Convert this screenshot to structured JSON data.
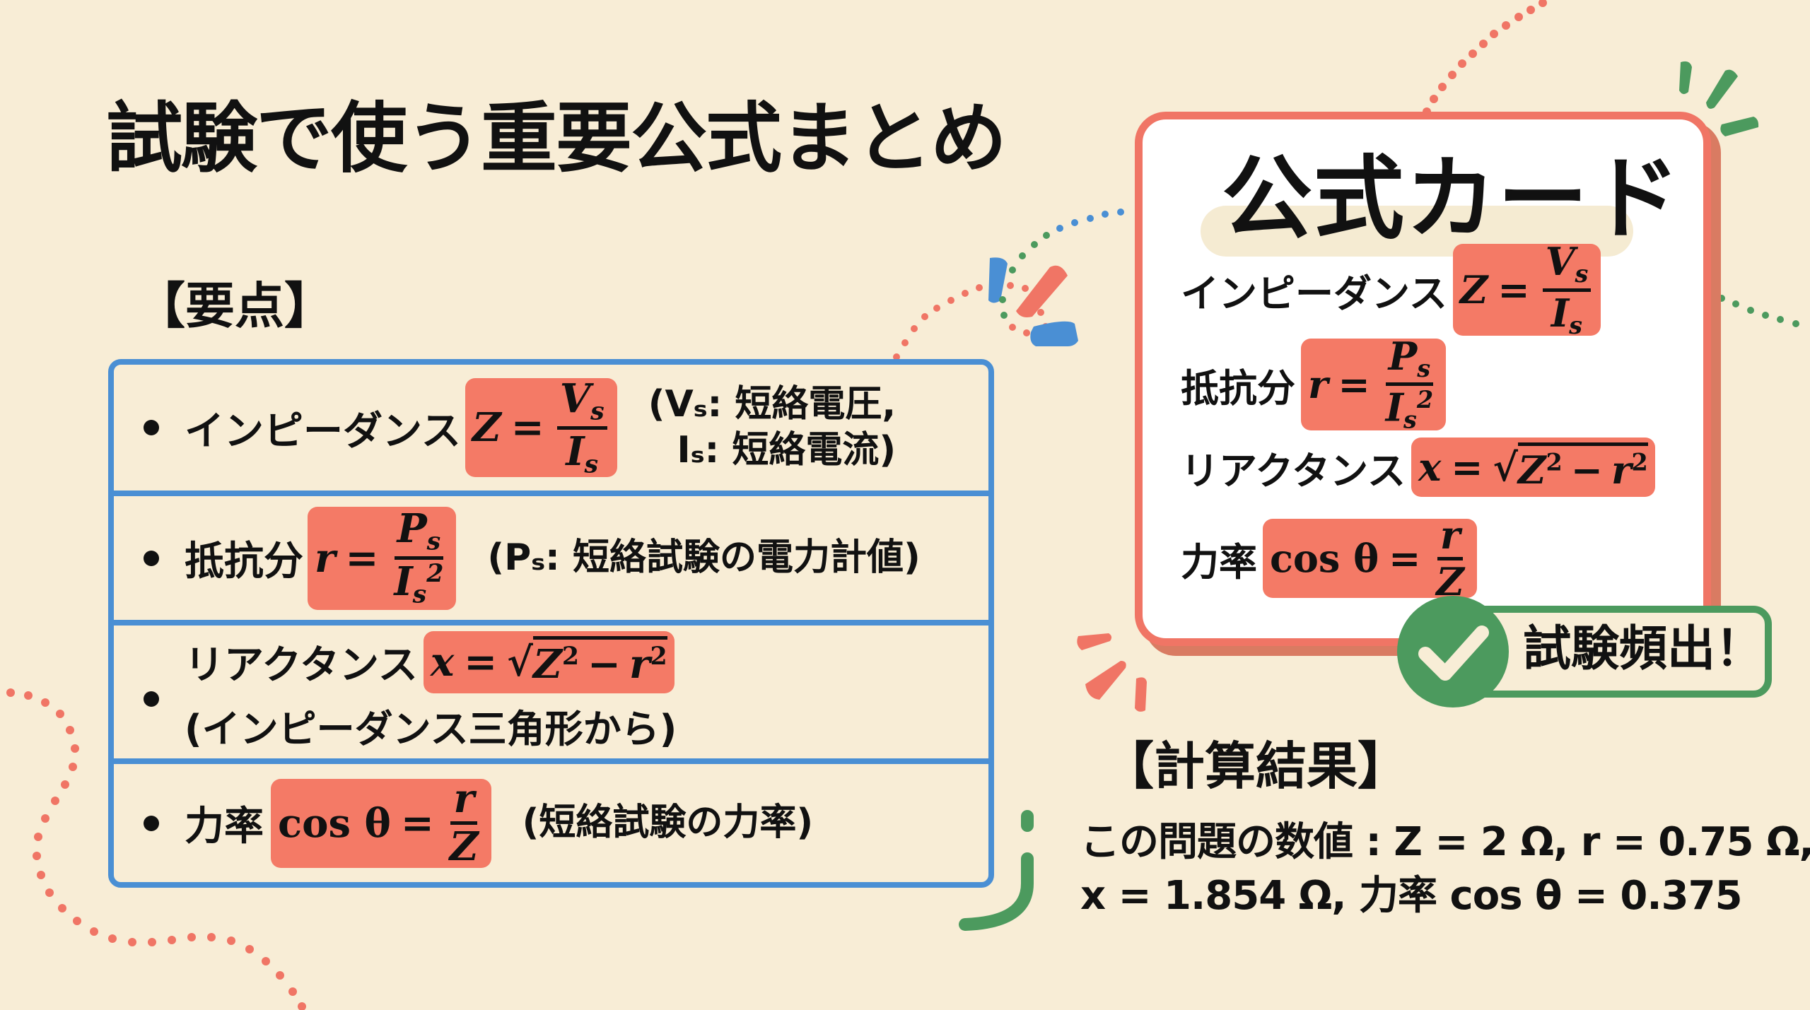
{
  "title": "試験で使う重要公式まとめ",
  "key_points": {
    "label": "【要点】",
    "items": [
      {
        "label": "インピーダンス",
        "formula": {
          "lhs": "Z",
          "num": "V",
          "num_sub": "s",
          "den": "I",
          "den_sub": "s",
          "den_sup": ""
        },
        "note_line1": "(Vₛ: 短絡電圧,",
        "note_line2": "Iₛ: 短絡電流)"
      },
      {
        "label": "抵抗分",
        "formula": {
          "lhs": "r",
          "num": "P",
          "num_sub": "s",
          "den": "I",
          "den_sub": "s",
          "den_sup": "2"
        },
        "note_line1": "(Pₛ: 短絡試験の電力計値)"
      },
      {
        "label": "リアクタンス",
        "formula": {
          "lhs": "x",
          "a": "Z",
          "a_sup": "2",
          "minus": "−",
          "b": "r",
          "b_sup": "2"
        },
        "note_line1": "(インピーダンス三角形から)"
      },
      {
        "label": "力率",
        "formula": {
          "lhs": "cos θ",
          "num": "r",
          "den": "Z"
        },
        "note_line1": "(短絡試験の力率)"
      }
    ]
  },
  "formula_card": {
    "title": "公式カード",
    "rows": [
      {
        "label": "インピーダンス",
        "lhs": "Z",
        "num": "V",
        "num_sub": "s",
        "den": "I",
        "den_sub": "s"
      },
      {
        "label": "抵抗分",
        "lhs": "r",
        "num": "P",
        "num_sub": "s",
        "den": "I",
        "den_sub": "s",
        "den_sup": "2"
      },
      {
        "label": "リアクタンス",
        "lhs": "x",
        "a": "Z",
        "a_sup": "2",
        "minus": "−",
        "b": "r",
        "b_sup": "2"
      },
      {
        "label": "力率",
        "lhs": "cos θ",
        "num": "r",
        "den": "Z"
      }
    ],
    "badge": {
      "text": "試験頻出！",
      "icon": "check-icon"
    }
  },
  "calc_results": {
    "label": "【計算結果】",
    "line1": "この問題の数値 : Z = 2 Ω, r = 0.75 Ω,",
    "line2": "x = 1.854 Ω,  力率 cos θ = 0.375"
  },
  "colors": {
    "background": "#F8EDD6",
    "highlight": "#F47A66",
    "box_border": "#4A8FD4",
    "card_border": "#F07565",
    "badge_green": "#4C9A5E"
  }
}
